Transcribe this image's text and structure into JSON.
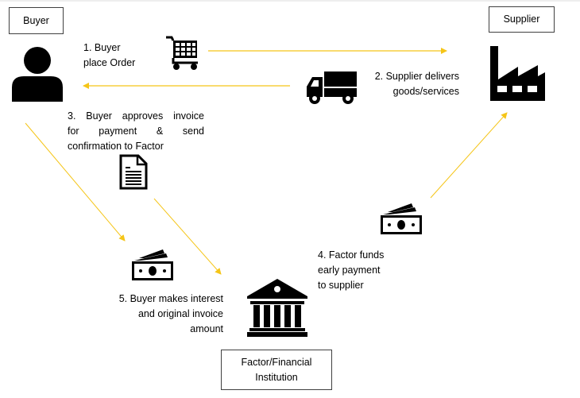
{
  "diagram": {
    "title": "Supply chain finance / factoring flow",
    "arrow_color": "#f5c518",
    "entities": {
      "buyer": {
        "label": "Buyer",
        "icon": "person-icon"
      },
      "supplier": {
        "label": "Supplier",
        "icon": "factory-icon"
      },
      "factor": {
        "label": "Factor/Financial Institution",
        "label_lines": [
          "Factor/Financial",
          "Institution"
        ],
        "icon": "bank-icon"
      }
    },
    "steps": [
      {
        "number": 1,
        "lines": [
          "1. Buyer",
          "place Order"
        ],
        "icon": "shopping-cart-icon",
        "from": "buyer",
        "to": "supplier"
      },
      {
        "number": 2,
        "lines": [
          "2. Supplier delivers",
          "goods/services"
        ],
        "icon": "truck-icon",
        "from": "supplier",
        "to": "buyer"
      },
      {
        "number": 3,
        "lines": [
          "3. Buyer approves invoice",
          "for payment & send",
          "confirmation to Factor"
        ],
        "icon": "document-icon",
        "from": "buyer",
        "to": "factor"
      },
      {
        "number": 4,
        "lines": [
          "4. Factor funds",
          "early payment",
          "to supplier"
        ],
        "icon": "money-icon",
        "from": "factor",
        "to": "supplier"
      },
      {
        "number": 5,
        "lines": [
          "5. Buyer makes interest",
          "and original invoice",
          "amount"
        ],
        "icon": "money-icon",
        "from": "buyer",
        "to": "factor"
      }
    ]
  }
}
